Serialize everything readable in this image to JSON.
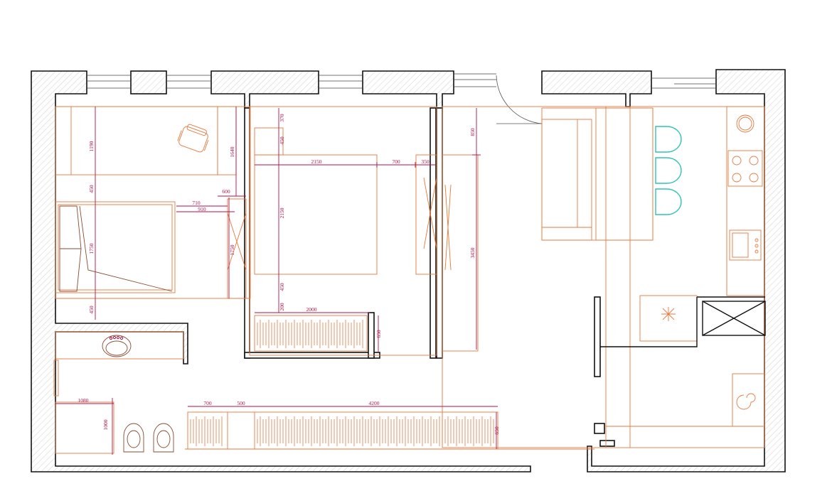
{
  "colors": {
    "wall": "#111111",
    "furniture": "#e5783c",
    "furniture_dark": "#8a4a2f",
    "dimension": "#b0124a",
    "chair_accent": "#2ec4b6",
    "hatch": "#c8c8c8"
  },
  "dimensions": {
    "bedroom_desk_depth": "1190",
    "bedroom_gap_top": "450",
    "bedroom_desk_width": "1640",
    "bedroom_bed_length": "1750",
    "bedroom_gap_bottom": "450",
    "bedroom_wardrobe_width": "600",
    "bedroom_offset_a": "710",
    "bedroom_offset_b": "910",
    "bedroom2_top": "370",
    "bedroom2_top_gap": "450",
    "bedroom2_bed_width": "2150",
    "bedroom2_side": "700",
    "bedroom2_nightstand": "350",
    "bedroom2_bed_length": "2150",
    "bedroom2_wardrobe_len": "1750",
    "bedroom2_bottom_gap": "450",
    "bedroom2_shelf_gap": "200",
    "bedroom2_closet_width": "2000",
    "bedroom2_closet_depth": "650",
    "corridor_height": "850",
    "corridor_length": "3450",
    "bath_width": "1080",
    "bath_depth": "1000",
    "hall_a": "700",
    "hall_b": "500",
    "hall_closet_width": "4200",
    "hall_closet_depth": "650"
  }
}
